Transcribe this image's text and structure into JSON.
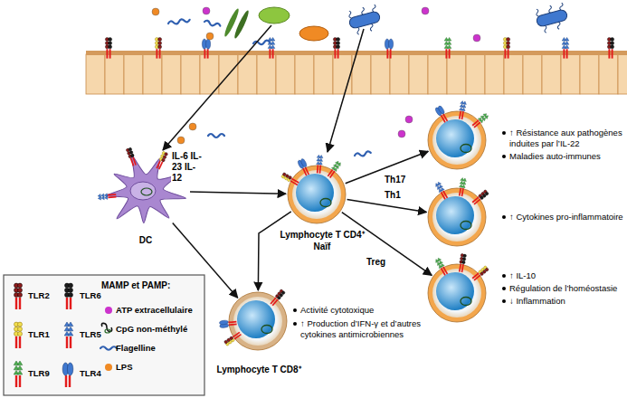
{
  "diagram": {
    "nodes": [
      {
        "text": [
          "DC"
        ]
      },
      {
        "text": [
          "Lymphocyte T CD4⁺ Naïf"
        ]
      },
      {
        "text": [
          "↑ Résistance aux pathogènes induites par l’IL-22",
          "Maladies auto-immunes"
        ]
      },
      {
        "text": [
          "↑ Cytokines pro-inflammatoire"
        ]
      },
      {
        "text": [
          "↑ IL-10",
          "Régulation de l’homéostasie",
          "↓ Inflammation"
        ]
      },
      {
        "text": [
          "Lymphocyte T CD8⁺",
          "Activité cytotoxique",
          "↑ Production d’IFN-γ et d’autres cytokines antimicrobiennes"
        ]
      }
    ],
    "edges": [
      {
        "from": 0,
        "to": 1,
        "arrow": "to",
        "label": "IL-6 IL-23 IL-12"
      },
      {
        "from": 0,
        "to": 5,
        "arrow": "to"
      },
      {
        "from": 1,
        "to": 5,
        "arrow": "to"
      },
      {
        "from": 1,
        "to": 2,
        "arrow": "to",
        "label": "Th17"
      },
      {
        "from": 1,
        "to": 3,
        "arrow": "to",
        "label": "Th1"
      },
      {
        "from": 1,
        "to": 4,
        "arrow": "to",
        "label": "Treg"
      }
    ],
    "labels": [
      "MAMP et PAMP:"
    ],
    "legend": [
      {
        "text": "TLR2"
      },
      {
        "text": "TLR6"
      },
      {
        "text": "TLR1"
      },
      {
        "text": "TLR5"
      },
      {
        "text": "TLR9"
      },
      {
        "text": "TLR4"
      },
      {
        "text": "ATP extracellulaire",
        "color": "#cc33cc"
      },
      {
        "text": "CpG non-méthylé"
      },
      {
        "text": "Flagelline"
      },
      {
        "text": "LPS",
        "color": "#f08a24"
      }
    ]
  }
}
